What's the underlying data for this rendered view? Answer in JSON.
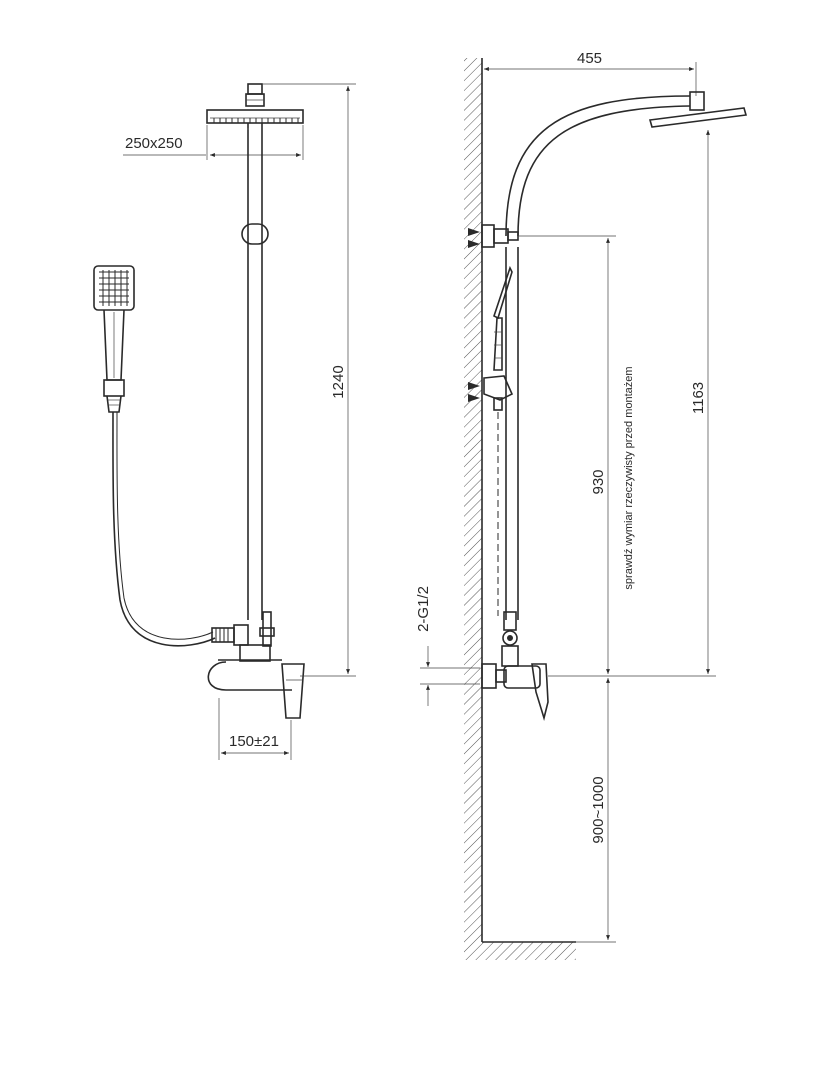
{
  "dimensions": {
    "head_size": "250x250",
    "total_height": "1240",
    "mixer_spacing": "150±21",
    "arm_reach": "455",
    "head_height": "1163",
    "mount_height": "930",
    "mount_note": "sprawdź wymiar rzeczywisty przed montażem",
    "connection": "2-G1/2",
    "floor_height": "900~1000"
  }
}
